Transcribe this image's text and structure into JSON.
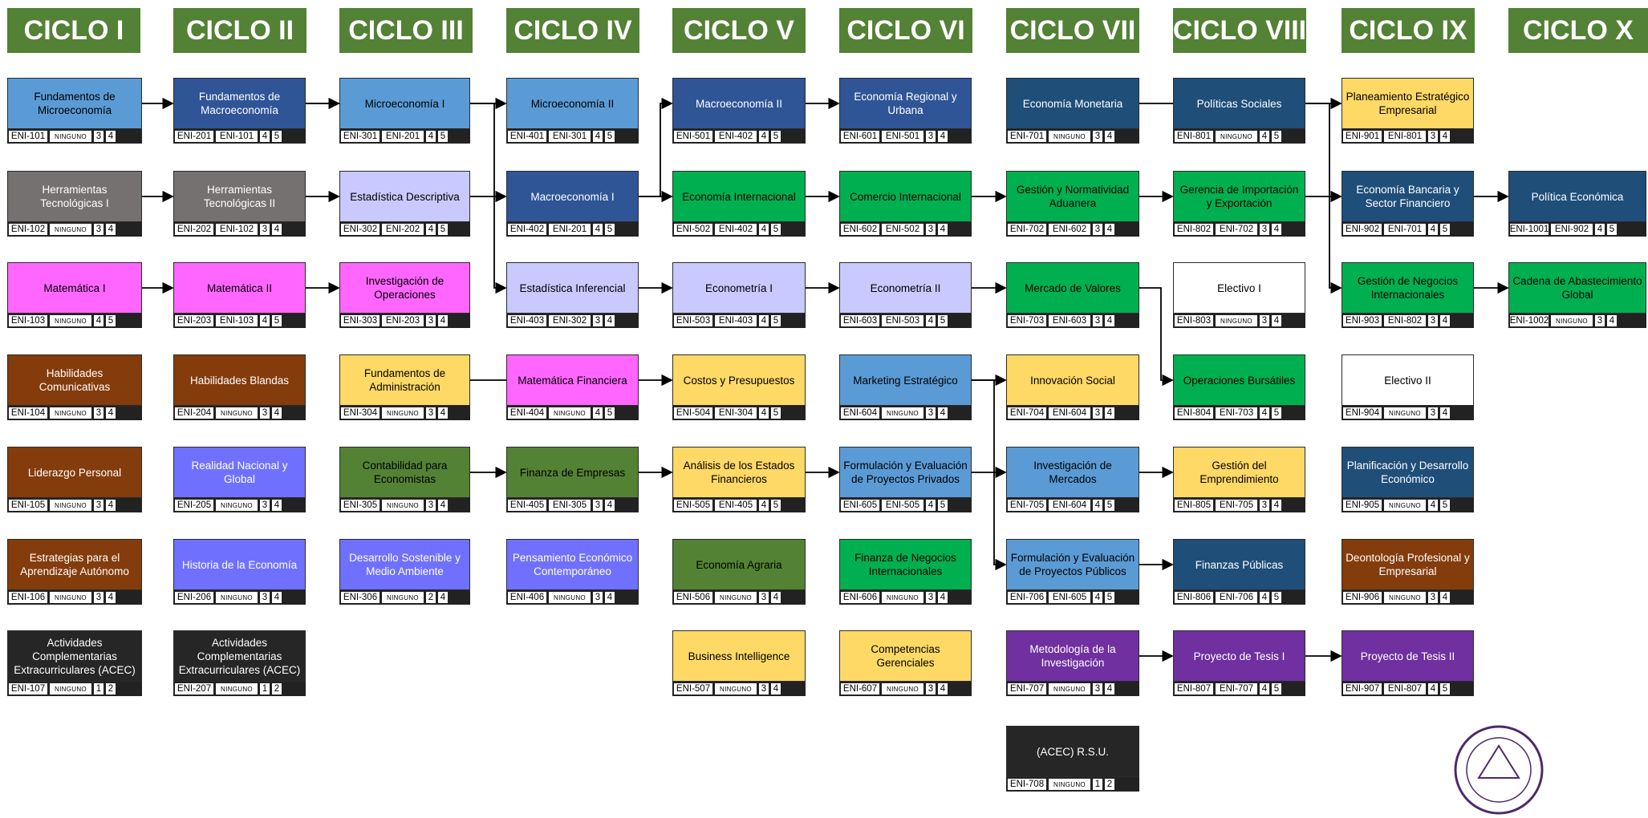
{
  "cycles": [
    "CICLO I",
    "CICLO II",
    "CICLO III",
    "CICLO IV",
    "CICLO V",
    "CICLO VI",
    "CICLO VII",
    "CICLO VIII",
    "CICLO IX",
    "CICLO X"
  ],
  "colors": {
    "header": "#538135",
    "blue_light": "#5b9bd5",
    "blue_mid": "#2f5597",
    "blue_dark": "#1f4e79",
    "gray": "#767171",
    "lavender": "#c9c9ff",
    "magenta": "#ff66ff",
    "brown": "#843c0c",
    "purple_blue": "#7070ff",
    "olive_green": "#548235",
    "green": "#00b050",
    "yellow": "#ffd966",
    "black": "#262626",
    "violet": "#7030a0",
    "white": "#ffffff"
  },
  "courses": [
    {
      "id": "ENI-101",
      "name": "Fundamentos de Microeconomía",
      "pre": "NINGUNO",
      "a": "3",
      "b": "4",
      "color": "blue_light",
      "text": "#000000",
      "col": 0,
      "row": 0
    },
    {
      "id": "ENI-102",
      "name": "Herramientas Tecnológicas I",
      "pre": "NINGUNO",
      "a": "3",
      "b": "4",
      "color": "gray",
      "text": "#ffffff",
      "col": 0,
      "row": 1
    },
    {
      "id": "ENI-103",
      "name": "Matemática I",
      "pre": "NINGUNO",
      "a": "4",
      "b": "5",
      "color": "magenta",
      "text": "#000000",
      "col": 0,
      "row": 2
    },
    {
      "id": "ENI-104",
      "name": "Habilidades Comunicativas",
      "pre": "NINGUNO",
      "a": "3",
      "b": "4",
      "color": "brown",
      "text": "#ffffff",
      "col": 0,
      "row": 3
    },
    {
      "id": "ENI-105",
      "name": "Liderazgo Personal",
      "pre": "NINGUNO",
      "a": "3",
      "b": "4",
      "color": "brown",
      "text": "#ffffff",
      "col": 0,
      "row": 4
    },
    {
      "id": "ENI-106",
      "name": "Estrategias para el Aprendizaje Autónomo",
      "pre": "NINGUNO",
      "a": "3",
      "b": "4",
      "color": "brown",
      "text": "#ffffff",
      "col": 0,
      "row": 5
    },
    {
      "id": "ENI-107",
      "name": "Actividades Complementarias Extracurriculares (ACEC)",
      "pre": "NINGUNO",
      "a": "1",
      "b": "2",
      "color": "black",
      "text": "#ffffff",
      "col": 0,
      "row": 6
    },
    {
      "id": "ENI-201",
      "name": "Fundamentos de Macroeconomía",
      "pre": "ENI-101",
      "a": "4",
      "b": "5",
      "color": "blue_mid",
      "text": "#ffffff",
      "col": 1,
      "row": 0
    },
    {
      "id": "ENI-202",
      "name": "Herramientas Tecnológicas II",
      "pre": "ENI-102",
      "a": "3",
      "b": "4",
      "color": "gray",
      "text": "#ffffff",
      "col": 1,
      "row": 1
    },
    {
      "id": "ENI-203",
      "name": "Matemática II",
      "pre": "ENI-103",
      "a": "4",
      "b": "5",
      "color": "magenta",
      "text": "#000000",
      "col": 1,
      "row": 2
    },
    {
      "id": "ENI-204",
      "name": "Habilidades Blandas",
      "pre": "NINGUNO",
      "a": "3",
      "b": "4",
      "color": "brown",
      "text": "#ffffff",
      "col": 1,
      "row": 3
    },
    {
      "id": "ENI-205",
      "name": "Realidad Nacional y Global",
      "pre": "NINGUNO",
      "a": "3",
      "b": "4",
      "color": "purple_blue",
      "text": "#ffffff",
      "col": 1,
      "row": 4
    },
    {
      "id": "ENI-206",
      "name": "Historia de la Economía",
      "pre": "NINGUNO",
      "a": "3",
      "b": "4",
      "color": "purple_blue",
      "text": "#ffffff",
      "col": 1,
      "row": 5
    },
    {
      "id": "ENI-207",
      "name": "Actividades Complementarias Extracurriculares (ACEC)",
      "pre": "NINGUNO",
      "a": "1",
      "b": "2",
      "color": "black",
      "text": "#ffffff",
      "col": 1,
      "row": 6
    },
    {
      "id": "ENI-301",
      "name": "Microeconomía I",
      "pre": "ENI-201",
      "a": "4",
      "b": "5",
      "color": "blue_light",
      "text": "#000000",
      "col": 2,
      "row": 0
    },
    {
      "id": "ENI-302",
      "name": "Estadística Descriptiva",
      "pre": "ENI-202",
      "a": "4",
      "b": "5",
      "color": "lavender",
      "text": "#000000",
      "col": 2,
      "row": 1
    },
    {
      "id": "ENI-303",
      "name": "Investigación de Operaciones",
      "pre": "ENI-203",
      "a": "3",
      "b": "4",
      "color": "magenta",
      "text": "#000000",
      "col": 2,
      "row": 2
    },
    {
      "id": "ENI-304",
      "name": "Fundamentos de Administración",
      "pre": "NINGUNO",
      "a": "3",
      "b": "4",
      "color": "yellow",
      "text": "#000000",
      "col": 2,
      "row": 3
    },
    {
      "id": "ENI-305",
      "name": "Contabilidad para Economistas",
      "pre": "NINGUNO",
      "a": "3",
      "b": "4",
      "color": "olive_green",
      "text": "#000000",
      "col": 2,
      "row": 4
    },
    {
      "id": "ENI-306",
      "name": "Desarrollo Sostenible y Medio Ambiente",
      "pre": "NINGUNO",
      "a": "2",
      "b": "4",
      "color": "purple_blue",
      "text": "#ffffff",
      "col": 2,
      "row": 5
    },
    {
      "id": "ENI-401",
      "name": "Microeconomía II",
      "pre": "ENI-301",
      "a": "4",
      "b": "5",
      "color": "blue_light",
      "text": "#000000",
      "col": 3,
      "row": 0
    },
    {
      "id": "ENI-402",
      "name": "Macroeconomía I",
      "pre": "ENI-201",
      "a": "4",
      "b": "5",
      "color": "blue_mid",
      "text": "#ffffff",
      "col": 3,
      "row": 1
    },
    {
      "id": "ENI-403",
      "name": "Estadística Inferencial",
      "pre": "ENI-302",
      "a": "3",
      "b": "4",
      "color": "lavender",
      "text": "#000000",
      "col": 3,
      "row": 2
    },
    {
      "id": "ENI-404",
      "name": "Matemática Financiera",
      "pre": "NINGUNO",
      "a": "4",
      "b": "5",
      "color": "magenta",
      "text": "#000000",
      "col": 3,
      "row": 3
    },
    {
      "id": "ENI-405",
      "name": "Finanza de Empresas",
      "pre": "ENI-305",
      "a": "3",
      "b": "4",
      "color": "olive_green",
      "text": "#000000",
      "col": 3,
      "row": 4
    },
    {
      "id": "ENI-406",
      "name": "Pensamiento Económico Contemporáneo",
      "pre": "NINGUNO",
      "a": "3",
      "b": "4",
      "color": "purple_blue",
      "text": "#ffffff",
      "col": 3,
      "row": 5
    },
    {
      "id": "ENI-501",
      "name": "Macroeconomía II",
      "pre": "ENI-402",
      "a": "4",
      "b": "5",
      "color": "blue_mid",
      "text": "#ffffff",
      "col": 4,
      "row": 0
    },
    {
      "id": "ENI-502",
      "name": "Economía Internacional",
      "pre": "ENI-402",
      "a": "4",
      "b": "5",
      "color": "green",
      "text": "#000000",
      "col": 4,
      "row": 1
    },
    {
      "id": "ENI-503",
      "name": "Econometría I",
      "pre": "ENI-403",
      "a": "4",
      "b": "5",
      "color": "lavender",
      "text": "#000000",
      "col": 4,
      "row": 2
    },
    {
      "id": "ENI-504",
      "name": "Costos y Presupuestos",
      "pre": "ENI-304",
      "a": "4",
      "b": "5",
      "color": "yellow",
      "text": "#000000",
      "col": 4,
      "row": 3
    },
    {
      "id": "ENI-505",
      "name": "Análisis de los Estados Financieros",
      "pre": "ENI-405",
      "a": "4",
      "b": "5",
      "color": "yellow",
      "text": "#000000",
      "col": 4,
      "row": 4
    },
    {
      "id": "ENI-506",
      "name": "Economía Agraria",
      "pre": "NINGUNO",
      "a": "3",
      "b": "4",
      "color": "olive_green",
      "text": "#000000",
      "col": 4,
      "row": 5
    },
    {
      "id": "ENI-507",
      "name": "Business Intelligence",
      "pre": "NINGUNO",
      "a": "3",
      "b": "4",
      "color": "yellow",
      "text": "#000000",
      "col": 4,
      "row": 6
    },
    {
      "id": "ENI-601",
      "name": "Economía Regional y Urbana",
      "pre": "ENI-501",
      "a": "3",
      "b": "4",
      "color": "blue_mid",
      "text": "#ffffff",
      "col": 5,
      "row": 0
    },
    {
      "id": "ENI-602",
      "name": "Comercio Internacional",
      "pre": "ENI-502",
      "a": "3",
      "b": "4",
      "color": "green",
      "text": "#000000",
      "col": 5,
      "row": 1
    },
    {
      "id": "ENI-603",
      "name": "Econometría II",
      "pre": "ENI-503",
      "a": "4",
      "b": "5",
      "color": "lavender",
      "text": "#000000",
      "col": 5,
      "row": 2
    },
    {
      "id": "ENI-604",
      "name": "Marketing Estratégico",
      "pre": "NINGUNO",
      "a": "3",
      "b": "4",
      "color": "blue_light",
      "text": "#000000",
      "col": 5,
      "row": 3
    },
    {
      "id": "ENI-605",
      "name": "Formulación y Evaluación de Proyectos Privados",
      "pre": "ENI-505",
      "a": "4",
      "b": "5",
      "color": "blue_light",
      "text": "#000000",
      "col": 5,
      "row": 4
    },
    {
      "id": "ENI-606",
      "name": "Finanza de Negocios Internacionales",
      "pre": "NINGUNO",
      "a": "3",
      "b": "4",
      "color": "green",
      "text": "#000000",
      "col": 5,
      "row": 5
    },
    {
      "id": "ENI-607",
      "name": "Competencias Gerenciales",
      "pre": "NINGUNO",
      "a": "3",
      "b": "4",
      "color": "yellow",
      "text": "#000000",
      "col": 5,
      "row": 6
    },
    {
      "id": "ENI-701",
      "name": "Economía Monetaria",
      "pre": "NINGUNO",
      "a": "3",
      "b": "4",
      "color": "blue_dark",
      "text": "#ffffff",
      "col": 6,
      "row": 0
    },
    {
      "id": "ENI-702",
      "name": "Gestión y Normatividad Aduanera",
      "pre": "ENI-602",
      "a": "3",
      "b": "4",
      "color": "green",
      "text": "#000000",
      "col": 6,
      "row": 1
    },
    {
      "id": "ENI-703",
      "name": "Mercado de Valores",
      "pre": "ENI-603",
      "a": "3",
      "b": "4",
      "color": "green",
      "text": "#000000",
      "col": 6,
      "row": 2
    },
    {
      "id": "ENI-704",
      "name": "Innovación Social",
      "pre": "ENI-604",
      "a": "3",
      "b": "4",
      "color": "yellow",
      "text": "#000000",
      "col": 6,
      "row": 3
    },
    {
      "id": "ENI-705",
      "name": "Investigación de Mercados",
      "pre": "ENI-604",
      "a": "4",
      "b": "5",
      "color": "blue_light",
      "text": "#000000",
      "col": 6,
      "row": 4
    },
    {
      "id": "ENI-706",
      "name": "Formulación y Evaluación de Proyectos Públicos",
      "pre": "ENI-605",
      "a": "4",
      "b": "5",
      "color": "blue_light",
      "text": "#000000",
      "col": 6,
      "row": 5
    },
    {
      "id": "ENI-707",
      "name": "Metodología de la Investigación",
      "pre": "NINGUNO",
      "a": "3",
      "b": "4",
      "color": "violet",
      "text": "#ffffff",
      "col": 6,
      "row": 6
    },
    {
      "id": "ENI-708",
      "name": "(ACEC) R.S.U.",
      "pre": "NINGUNO",
      "a": "1",
      "b": "2",
      "color": "black",
      "text": "#ffffff",
      "col": 6,
      "row": 7
    },
    {
      "id": "ENI-801",
      "name": "Políticas Sociales",
      "pre": "NINGUNO",
      "a": "4",
      "b": "5",
      "color": "blue_dark",
      "text": "#ffffff",
      "col": 7,
      "row": 0
    },
    {
      "id": "ENI-802",
      "name": "Gerencia de Importación y Exportación",
      "pre": "ENI-702",
      "a": "3",
      "b": "4",
      "color": "green",
      "text": "#000000",
      "col": 7,
      "row": 1
    },
    {
      "id": "ENI-803",
      "name": "Electivo I",
      "pre": "NINGUNO",
      "a": "3",
      "b": "4",
      "color": "white",
      "text": "#000000",
      "col": 7,
      "row": 2
    },
    {
      "id": "ENI-804",
      "name": "Operaciones Bursátiles",
      "pre": "ENI-703",
      "a": "4",
      "b": "5",
      "color": "green",
      "text": "#000000",
      "col": 7,
      "row": 3
    },
    {
      "id": "ENI-805",
      "name": "Gestión del Emprendimiento",
      "pre": "ENI-705",
      "a": "3",
      "b": "4",
      "color": "yellow",
      "text": "#000000",
      "col": 7,
      "row": 4
    },
    {
      "id": "ENI-806",
      "name": "Finanzas Públicas",
      "pre": "ENI-706",
      "a": "4",
      "b": "5",
      "color": "blue_dark",
      "text": "#ffffff",
      "col": 7,
      "row": 5
    },
    {
      "id": "ENI-807",
      "name": "Proyecto de Tesis I",
      "pre": "ENI-707",
      "a": "4",
      "b": "5",
      "color": "violet",
      "text": "#ffffff",
      "col": 7,
      "row": 6
    },
    {
      "id": "ENI-901",
      "name": "Planeamiento Estratégico Empresarial",
      "pre": "ENI-801",
      "a": "3",
      "b": "4",
      "color": "yellow",
      "text": "#000000",
      "col": 8,
      "row": 0
    },
    {
      "id": "ENI-902",
      "name": "Economía Bancaria y Sector Financiero",
      "pre": "ENI-701",
      "a": "4",
      "b": "5",
      "color": "blue_dark",
      "text": "#ffffff",
      "col": 8,
      "row": 1
    },
    {
      "id": "ENI-903",
      "name": "Gestión de Negocios Internacionales",
      "pre": "ENI-802",
      "a": "3",
      "b": "4",
      "color": "green",
      "text": "#000000",
      "col": 8,
      "row": 2
    },
    {
      "id": "ENI-904",
      "name": "Electivo II",
      "pre": "NINGUNO",
      "a": "3",
      "b": "4",
      "color": "white",
      "text": "#000000",
      "col": 8,
      "row": 3
    },
    {
      "id": "ENI-905",
      "name": "Planificación y Desarrollo Económico",
      "pre": "NINGUNO",
      "a": "4",
      "b": "5",
      "color": "blue_dark",
      "text": "#ffffff",
      "col": 8,
      "row": 4
    },
    {
      "id": "ENI-906",
      "name": "Deontología Profesional y Empresarial",
      "pre": "NINGUNO",
      "a": "3",
      "b": "4",
      "color": "brown",
      "text": "#ffffff",
      "col": 8,
      "row": 5
    },
    {
      "id": "ENI-907",
      "name": "Proyecto de Tesis II",
      "pre": "ENI-807",
      "a": "4",
      "b": "5",
      "color": "violet",
      "text": "#ffffff",
      "col": 8,
      "row": 6
    },
    {
      "id": "ENI-1001",
      "name": "Política Económica",
      "pre": "ENI-902",
      "a": "4",
      "b": "5",
      "color": "blue_dark",
      "text": "#ffffff",
      "col": 9,
      "row": 1
    },
    {
      "id": "ENI-1002",
      "name": "Cadena de Abastecimiento Global",
      "pre": "NINGUNO",
      "a": "3",
      "b": "4",
      "color": "green",
      "text": "#000000",
      "col": 9,
      "row": 2
    }
  ],
  "arrows": [
    [
      "ENI-101",
      "ENI-201"
    ],
    [
      "ENI-102",
      "ENI-202"
    ],
    [
      "ENI-103",
      "ENI-203"
    ],
    [
      "ENI-201",
      "ENI-301"
    ],
    [
      "ENI-201",
      "ENI-402"
    ],
    [
      "ENI-202",
      "ENI-302"
    ],
    [
      "ENI-203",
      "ENI-303"
    ],
    [
      "ENI-305",
      "ENI-405"
    ],
    [
      "ENI-301",
      "ENI-401"
    ],
    [
      "ENI-302",
      "ENI-403"
    ],
    [
      "ENI-304",
      "ENI-504"
    ],
    [
      "ENI-402",
      "ENI-501"
    ],
    [
      "ENI-402",
      "ENI-502"
    ],
    [
      "ENI-403",
      "ENI-503"
    ],
    [
      "ENI-405",
      "ENI-505"
    ],
    [
      "ENI-501",
      "ENI-601"
    ],
    [
      "ENI-502",
      "ENI-602"
    ],
    [
      "ENI-503",
      "ENI-603"
    ],
    [
      "ENI-505",
      "ENI-605"
    ],
    [
      "ENI-602",
      "ENI-702"
    ],
    [
      "ENI-603",
      "ENI-703"
    ],
    [
      "ENI-604",
      "ENI-704"
    ],
    [
      "ENI-604",
      "ENI-705"
    ],
    [
      "ENI-605",
      "ENI-706"
    ],
    [
      "ENI-701",
      "ENI-902"
    ],
    [
      "ENI-702",
      "ENI-802"
    ],
    [
      "ENI-703",
      "ENI-804"
    ],
    [
      "ENI-705",
      "ENI-805"
    ],
    [
      "ENI-706",
      "ENI-806"
    ],
    [
      "ENI-707",
      "ENI-807"
    ],
    [
      "ENI-801",
      "ENI-901"
    ],
    [
      "ENI-802",
      "ENI-903"
    ],
    [
      "ENI-807",
      "ENI-907"
    ],
    [
      "ENI-902",
      "ENI-1001"
    ],
    [
      "ENI-903",
      "ENI-1002"
    ]
  ]
}
